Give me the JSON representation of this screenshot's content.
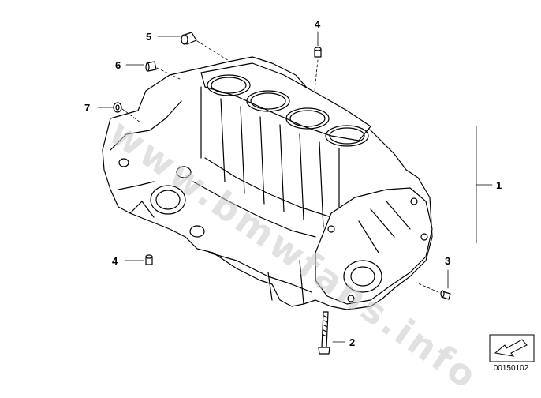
{
  "callouts": {
    "c1": "1",
    "c2": "2",
    "c3": "3",
    "c4a": "4",
    "c4b": "4",
    "c5": "5",
    "c6": "6",
    "c7": "7"
  },
  "reference_code": "00150102",
  "watermark_text": "www.bmwfans.info",
  "colors": {
    "line": "#000000",
    "background": "#ffffff",
    "watermark": "#c9c9c9"
  }
}
